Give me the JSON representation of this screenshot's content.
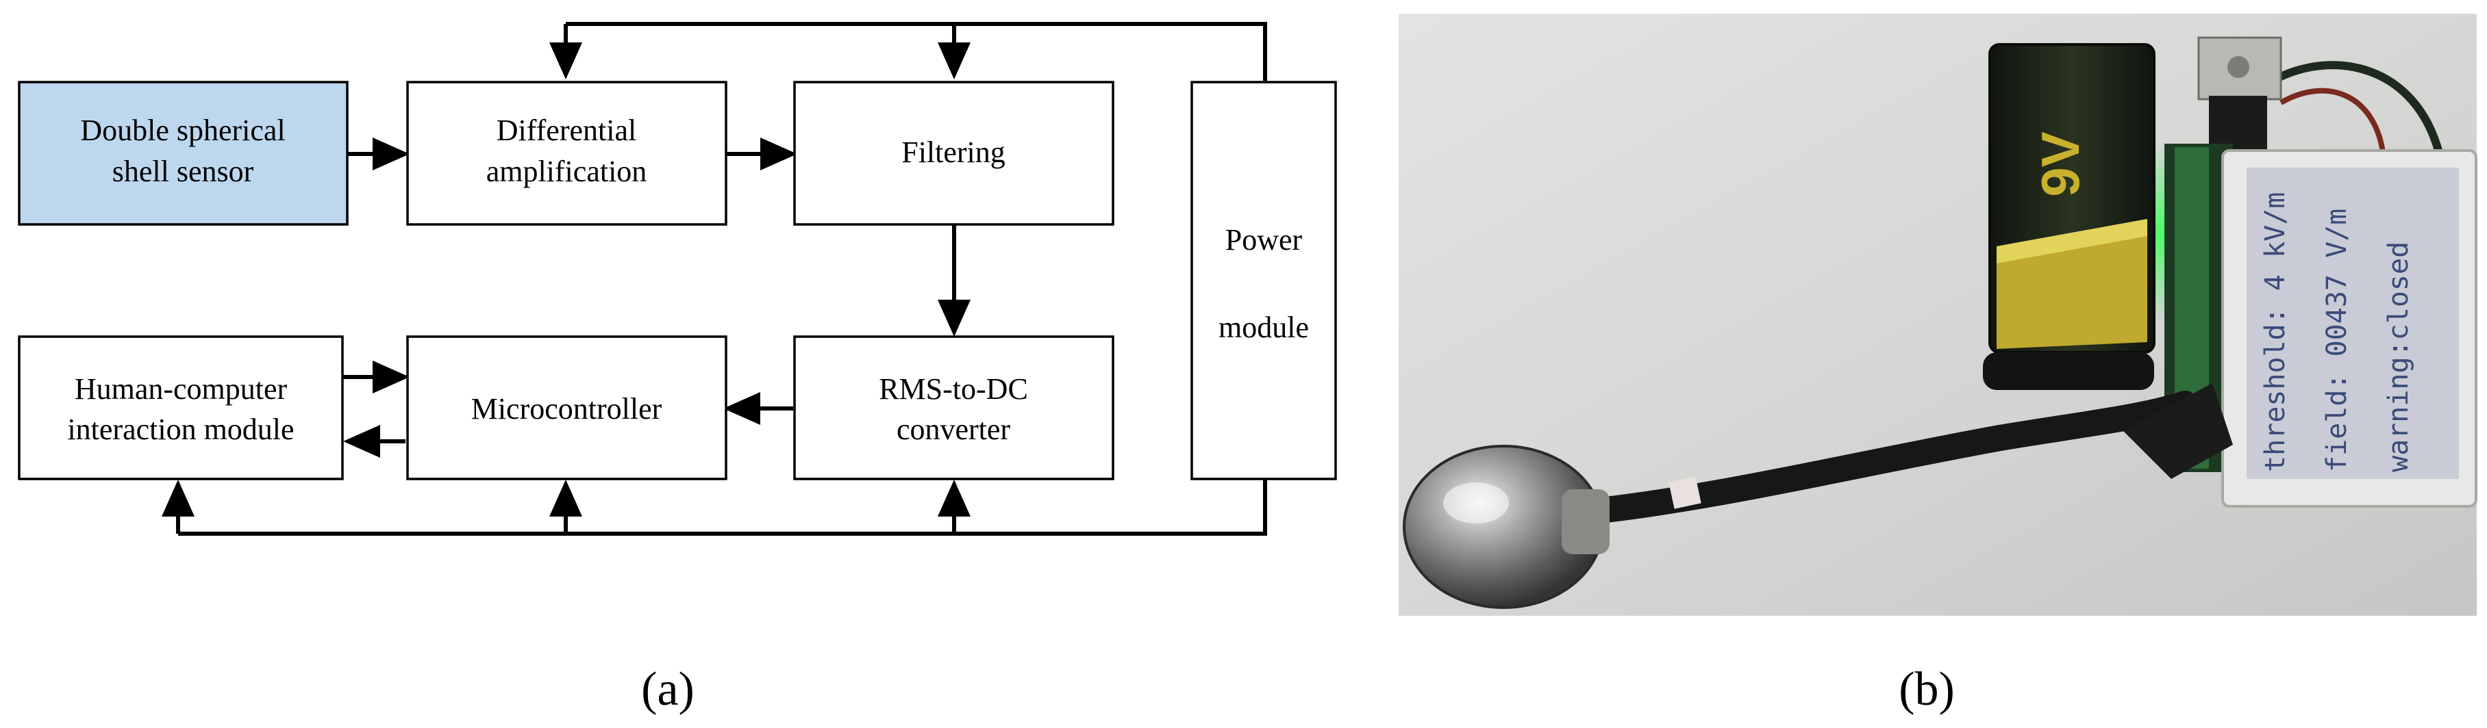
{
  "diagram": {
    "blocks": {
      "sensor": [
        "Double spherical",
        "shell sensor"
      ],
      "diff_amp": [
        "Differential",
        "amplification"
      ],
      "filtering": [
        "Filtering"
      ],
      "power": [
        "Power",
        "module"
      ],
      "hci": [
        "Human-computer",
        "interaction module"
      ],
      "mcu": [
        "Microcontroller"
      ],
      "rms_dc": [
        "RMS-to-DC",
        "converter"
      ]
    },
    "colors": {
      "sensor_fill": "#bdd7ee",
      "stroke": "#000000"
    }
  },
  "photo": {
    "battery_label": "9V",
    "lcd_lines": [
      "threshold: 4 kV/m",
      "field: 00437 V/m",
      "warning:closed"
    ]
  },
  "captions": {
    "a": "(a)",
    "b": "(b)"
  }
}
